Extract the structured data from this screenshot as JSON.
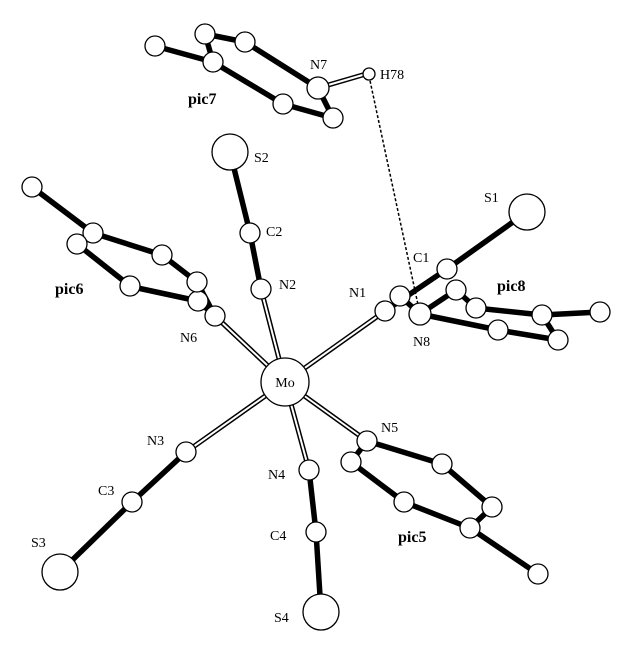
{
  "diagram": {
    "atoms": {
      "mo": "Mo",
      "n1": "N1",
      "n2": "N2",
      "n3": "N3",
      "n4": "N4",
      "n5": "N5",
      "n6": "N6",
      "n7": "N7",
      "n8": "N8",
      "c1": "C1",
      "c2": "C2",
      "c3": "C3",
      "c4": "C4",
      "s1": "S1",
      "s2": "S2",
      "s3": "S3",
      "s4": "S4",
      "h78": "H78"
    },
    "ligands": {
      "pic5": "pic5",
      "pic6": "pic6",
      "pic7": "pic7",
      "pic8": "pic8"
    }
  }
}
